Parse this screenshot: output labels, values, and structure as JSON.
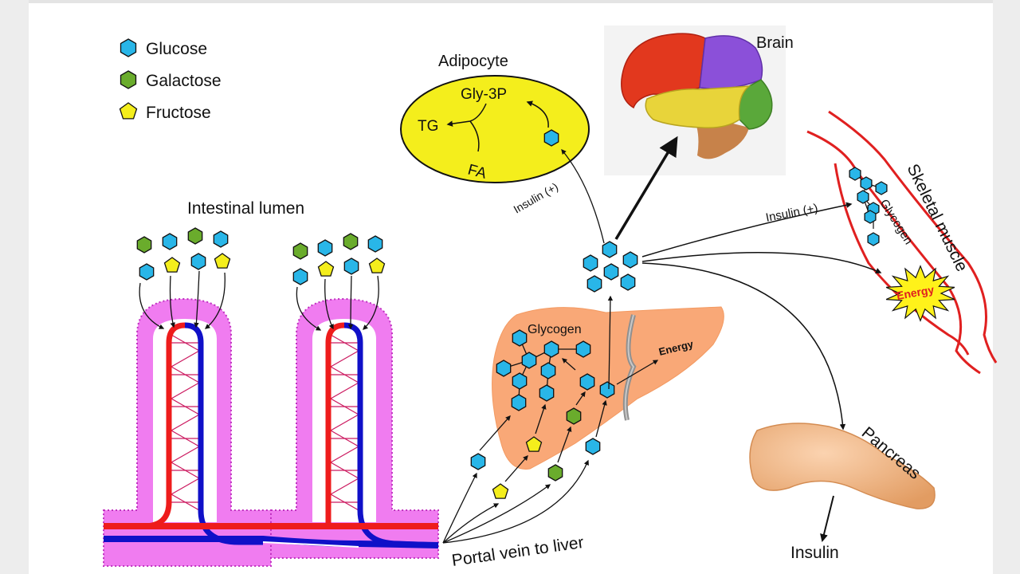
{
  "legend": [
    {
      "label": "Glucose",
      "shape": "hexagon",
      "color": "#29b6e8"
    },
    {
      "label": "Galactose",
      "shape": "hexagon",
      "color": "#6aac2c"
    },
    {
      "label": "Fructose",
      "shape": "pentagon",
      "color": "#f4ee1c"
    }
  ],
  "labels": {
    "intestinal_lumen": "Intestinal lumen",
    "portal_vein": "Portal vein to liver",
    "adipocyte": "Adipocyte",
    "gly3p": "Gly-3P",
    "tg": "TG",
    "fa": "FA",
    "insulin_plus_adipocyte": "Insulin (+)",
    "brain": "Brain",
    "skeletal_muscle": "Skeletal muscle",
    "insulin_plus_muscle": "Insulin (+)",
    "muscle_glycogen": "Glycogen",
    "muscle_energy": "Energy",
    "liver_glycogen": "Glycogen",
    "liver_energy": "Energy",
    "pancreas": "Pancreas",
    "insulin": "Insulin"
  },
  "colors": {
    "glucose": "#29b6e8",
    "galactose": "#6aac2c",
    "fructose": "#f4ee1c",
    "artery": "#ee1c1c",
    "vein": "#1010c8",
    "villus": "#f07cf0",
    "liver": "#f9a877",
    "adipocyte": "#f4ee1c",
    "pancreas": "#f2b889",
    "energy_burst": "#fff21a",
    "energy_text": "#e02020"
  }
}
